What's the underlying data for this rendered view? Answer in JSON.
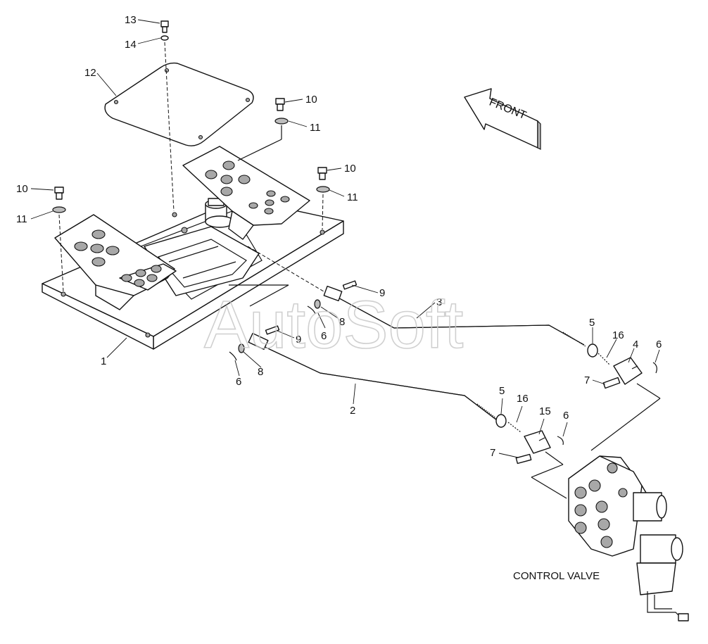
{
  "diagram": {
    "front_label": "FRONT",
    "control_valve_label": "CONTROL VALVE",
    "watermark": "AutoSoft",
    "callouts": {
      "c13": "13",
      "c14": "14",
      "c12": "12",
      "c10a": "10",
      "c11a": "11",
      "c10b": "10",
      "c11b": "11",
      "c10c": "10",
      "c11c": "11",
      "c1": "1",
      "c9a": "9",
      "c8a": "8",
      "c6a": "6",
      "c3": "3",
      "c9b": "9",
      "c6b": "6",
      "c8b": "8",
      "c2": "2",
      "c5a": "5",
      "c16a": "16",
      "c4": "4",
      "c6c": "6",
      "c7a": "7",
      "c5b": "5",
      "c16b": "16",
      "c15": "15",
      "c6d": "6",
      "c7b": "7"
    }
  }
}
